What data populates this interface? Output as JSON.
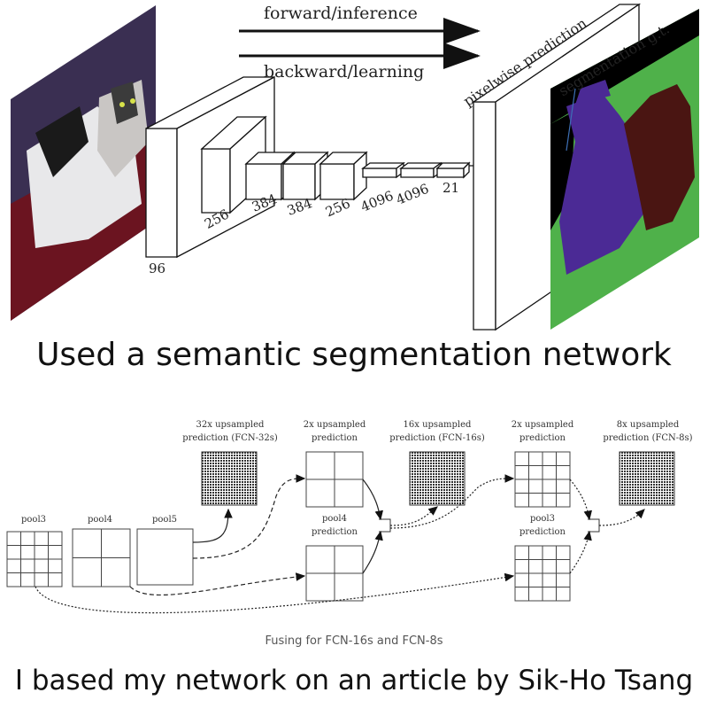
{
  "top_diagram": {
    "arrows": {
      "forward": "forward/inference",
      "backward": "backward/learning"
    },
    "layer_labels": [
      "96",
      "256",
      "384",
      "384",
      "256",
      "4096",
      "4096",
      "21"
    ],
    "output_labels": {
      "prediction": "pixelwise prediction",
      "ground_truth": "segmentation g.t."
    },
    "colors": {
      "gt_purple": "#4b2a95",
      "gt_brown": "#4a1512",
      "gt_green": "#4fb14a",
      "gt_black": "#000000"
    }
  },
  "caption_top": "Used a semantic segmentation network",
  "bottom_diagram": {
    "pool_labels": {
      "pool3": "pool3",
      "pool4": "pool4",
      "pool5": "pool5"
    },
    "top_labels": {
      "fcn32_line1": "32x upsampled",
      "fcn32_line2": "prediction (FCN-32s)",
      "up2a_line1": "2x upsampled",
      "up2a_line2": "prediction",
      "fcn16_line1": "16x upsampled",
      "fcn16_line2": "prediction (FCN-16s)",
      "up2b_line1": "2x upsampled",
      "up2b_line2": "prediction",
      "fcn8_line1": "8x upsampled",
      "fcn8_line2": "prediction (FCN-8s)"
    },
    "mid_labels": {
      "pool4_pred_line1": "pool4",
      "pool4_pred_line2": "prediction",
      "pool3_pred_line1": "pool3",
      "pool3_pred_line2": "prediction"
    },
    "figure_caption": "Fusing for FCN-16s and FCN-8s"
  },
  "caption_bottom": "I based my network on an article by Sik-Ho Tsang"
}
